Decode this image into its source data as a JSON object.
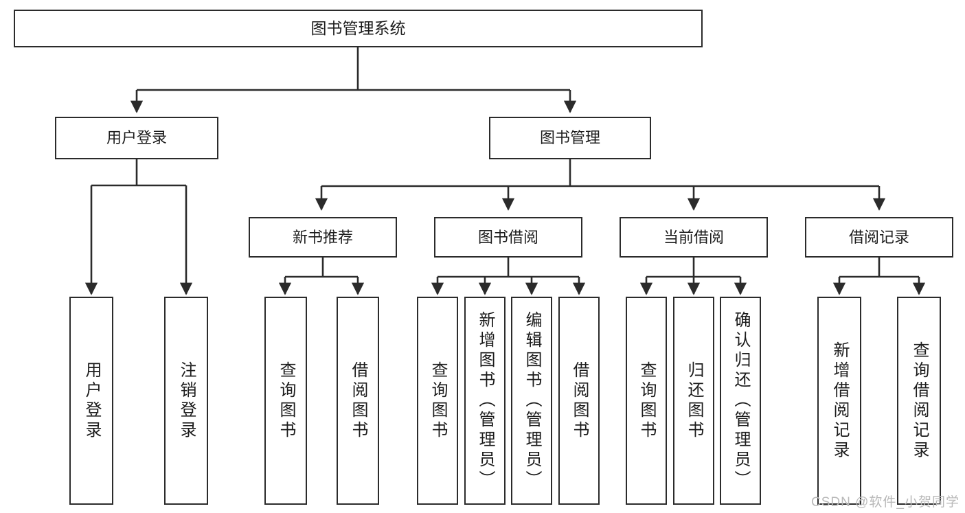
{
  "diagram": {
    "type": "tree-hierarchy",
    "title": "图书管理系统",
    "orientation": "top-down",
    "colors": {
      "box_border": "#2b2b2b",
      "box_fill": "#ffffff",
      "edge": "#2b2b2b",
      "text": "#1c1c1c",
      "watermark": "#b9b9b9",
      "background": "#ffffff"
    },
    "nodes": {
      "root": {
        "label": "图书管理系统"
      },
      "level1": [
        {
          "id": "user-login",
          "label": "用户登录"
        },
        {
          "id": "book-management",
          "label": "图书管理"
        }
      ],
      "level2": [
        {
          "id": "new-book-recommend",
          "label": "新书推荐"
        },
        {
          "id": "book-borrow",
          "label": "图书借阅"
        },
        {
          "id": "current-borrow",
          "label": "当前借阅"
        },
        {
          "id": "borrow-record",
          "label": "借阅记录"
        }
      ],
      "leaves": {
        "user-login": [
          {
            "id": "leaf-user-login",
            "label": "用户登录"
          },
          {
            "id": "leaf-user-logout",
            "label": "注销登录"
          }
        ],
        "new-book-recommend": [
          {
            "id": "leaf-query-book-1",
            "label": "查询图书"
          },
          {
            "id": "leaf-borrow-book-1",
            "label": "借阅图书"
          }
        ],
        "book-borrow": [
          {
            "id": "leaf-query-book-2",
            "label": "查询图书"
          },
          {
            "id": "leaf-add-book",
            "label": "新增图书（管理员）"
          },
          {
            "id": "leaf-edit-book",
            "label": "编辑图书（管理员）"
          },
          {
            "id": "leaf-borrow-book-2",
            "label": "借阅图书"
          }
        ],
        "current-borrow": [
          {
            "id": "leaf-query-book-3",
            "label": "查询图书"
          },
          {
            "id": "leaf-return-book",
            "label": "归还图书"
          },
          {
            "id": "leaf-confirm-return",
            "label": "确认归还（管理员）"
          }
        ],
        "borrow-record": [
          {
            "id": "leaf-add-record",
            "label": "新增借阅记录"
          },
          {
            "id": "leaf-query-record",
            "label": "查询借阅记录"
          }
        ]
      }
    },
    "watermark": "CSDN @软件_小贺同学"
  }
}
